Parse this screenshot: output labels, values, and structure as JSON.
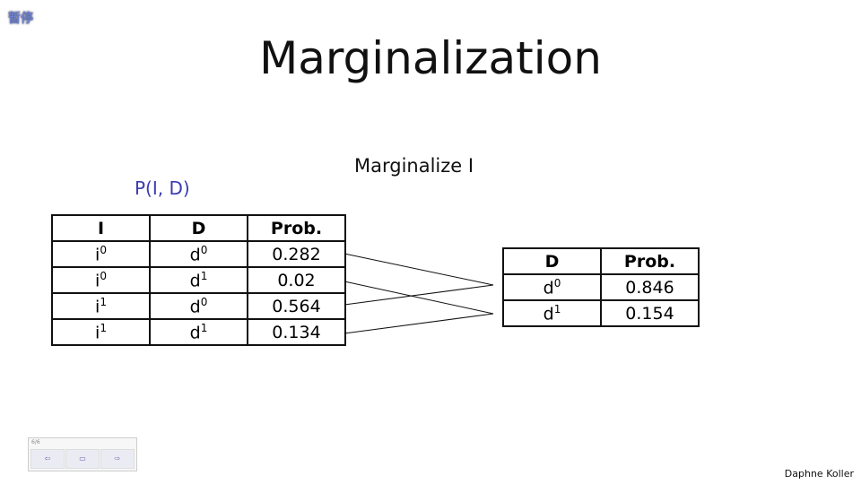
{
  "overlay": {
    "pause_label": "暂停"
  },
  "slide": {
    "title": "Marginalization",
    "subtitle": "Marginalize I",
    "annotation": "P(I, D)",
    "author": "Daphne Koller",
    "joint_table": {
      "headers": [
        "I",
        "D",
        "Prob."
      ],
      "rows": [
        {
          "i": "i",
          "i_sup": "0",
          "d": "d",
          "d_sup": "0",
          "p": "0.282"
        },
        {
          "i": "i",
          "i_sup": "0",
          "d": "d",
          "d_sup": "1",
          "p": "0.02"
        },
        {
          "i": "i",
          "i_sup": "1",
          "d": "d",
          "d_sup": "0",
          "p": "0.564"
        },
        {
          "i": "i",
          "i_sup": "1",
          "d": "d",
          "d_sup": "1",
          "p": "0.134"
        }
      ]
    },
    "marginal_table": {
      "headers": [
        "D",
        "Prob."
      ],
      "rows": [
        {
          "d": "d",
          "d_sup": "0",
          "p": "0.846"
        },
        {
          "d": "d",
          "d_sup": "1",
          "p": "0.154"
        }
      ]
    }
  },
  "navigator": {
    "page": "6/6",
    "prev_icon": "arrow-left-icon",
    "home_icon": "slide-icon",
    "next_icon": "arrow-right-icon"
  }
}
